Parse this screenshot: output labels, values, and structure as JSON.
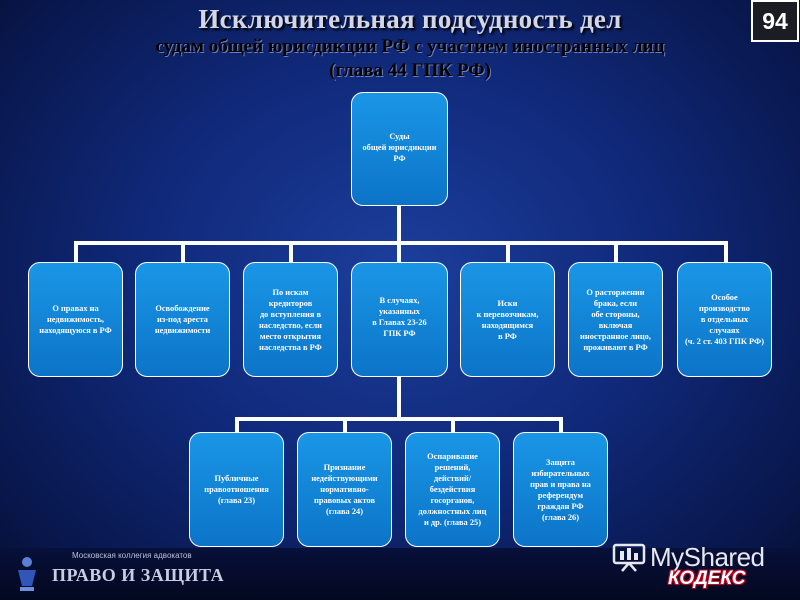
{
  "slide_number": "94",
  "title": {
    "main": "Исключительная подсудность дел",
    "sub_line1": "судам общей юрисдикции РФ с участием иностранных лиц",
    "sub_line2": "(глава 44 ГПК РФ)"
  },
  "diagram": {
    "root": "Суды\nобщей юрисдикции\nРФ",
    "level1": [
      "О правах на\nнедвижимость,\nнаходящуюся в РФ",
      "Освобождение\nиз-под ареста\nнедвижимости",
      "По искам\nкредиторов\nдо вступления в\nнаследство, если\nместо открытия\nнаследства в РФ",
      "В случаях,\nуказанных\nв Главах 23-26\nГПК РФ",
      "Иски\nк перевозчикам,\nнаходящимся\nв РФ",
      "О расторжении\nбрака, если\nобе стороны,\nвключая\nиностранное лицо,\nпроживают в РФ",
      "Особое\nпроизводство\nв отдельных\nслучаях\n(ч. 2 ст. 403 ГПК РФ)"
    ],
    "level2": [
      "Публичные\nправоотношения\n(глава 23)",
      "Признание\nнедействующими\nнормативно-\nправовых актов\n(глава 24)",
      "Оспаривание\nрешений,\nдействий/\nбездействия\nгосорганов,\nдолжностных лиц\nи др. (глава 25)",
      "Защита\nизбирательных\nправ и права на\nреферендум\nграждан РФ\n(глава 26)"
    ]
  },
  "footer": {
    "firm_small": "Московская коллегия адвокатов",
    "firm_name": "ПРАВО И ЗАЩИТА",
    "watermark": "MyShared",
    "kodeks": "КОДЕКС"
  }
}
